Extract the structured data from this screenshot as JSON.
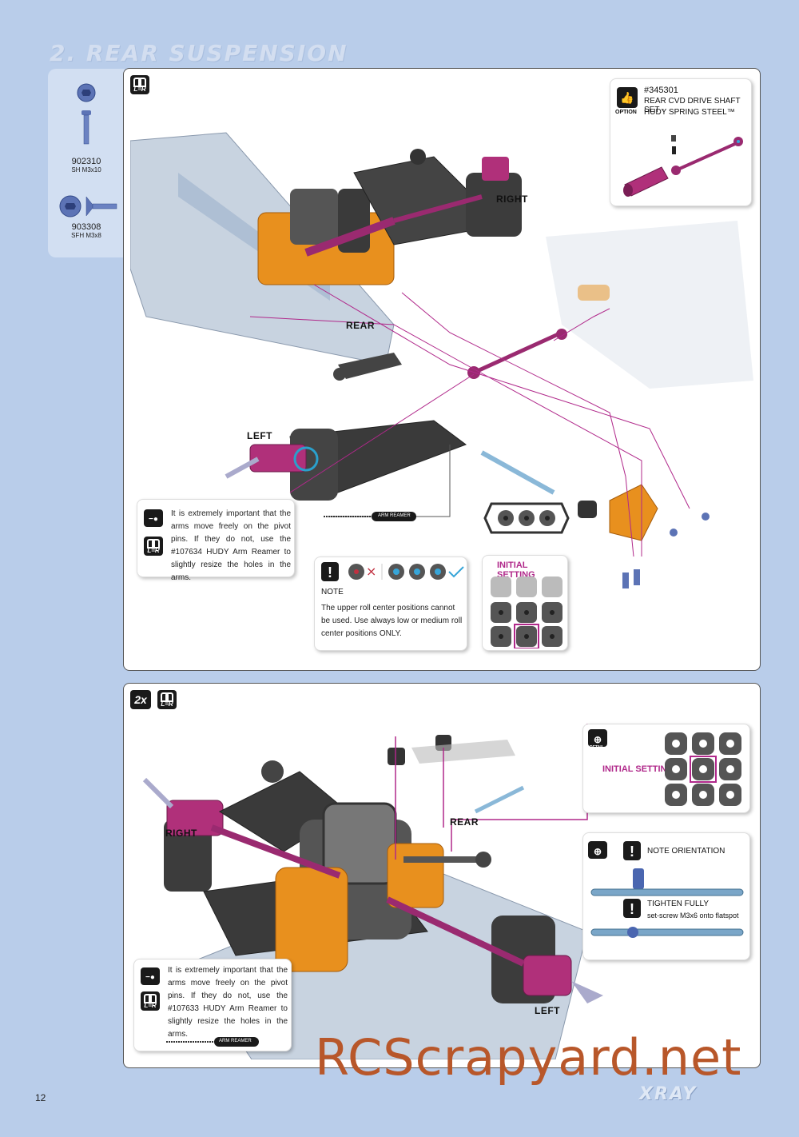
{
  "page": {
    "title": "2. REAR SUSPENSION",
    "number": "12",
    "watermark": "RCScrapyard.net",
    "brand": "XRAY"
  },
  "parts": [
    {
      "code": "902310",
      "desc": "SH M3x10"
    },
    {
      "code": "903308",
      "desc": "SFH M3x8"
    }
  ],
  "panel1": {
    "option": {
      "label": "OPTION",
      "part_no": "#345301",
      "line1": "REAR CVD DRIVE SHAFT SET -",
      "line2": "HUDY SPRING STEEL™"
    },
    "labels": {
      "right": "RIGHT",
      "rear": "REAR",
      "left": "LEFT"
    },
    "reamer_tool": "ARM REAMER",
    "warning_text": "It is extremely important that the arms move freely on the pivot pins. If they do not, use the #107634 HUDY Arm Reamer to slightly resize the holes in the arms.",
    "note": {
      "title": "NOTE",
      "text": "The upper roll center positions cannot be used. Use always low or medium roll center positions ONLY."
    },
    "initial_setting": "INITIAL SETTING"
  },
  "panel2": {
    "badge": "2x",
    "labels": {
      "right": "RIGHT",
      "rear": "REAR",
      "left": "LEFT"
    },
    "initial_setting": "INITIAL SETTING",
    "detail_label": "DETAIL",
    "note_orientation": "NOTE ORIENTATION",
    "tighten_title": "TIGHTEN FULLY",
    "tighten_text": "set-screw M3x6 onto flatspot",
    "reamer_tool": "ARM REAMER",
    "warning_text": "It is extremely important that the arms move freely on the pivot pins. If they do not, use the #107633 HUDY Arm Reamer to slightly resize the holes in the arms."
  },
  "colors": {
    "background": "#b9cdea",
    "accent_magenta": "#b0288a",
    "aluminum_orange": "#e8901e",
    "plastic_dark": "#3a3a3a",
    "chassis_plate": "#c4d0de"
  }
}
